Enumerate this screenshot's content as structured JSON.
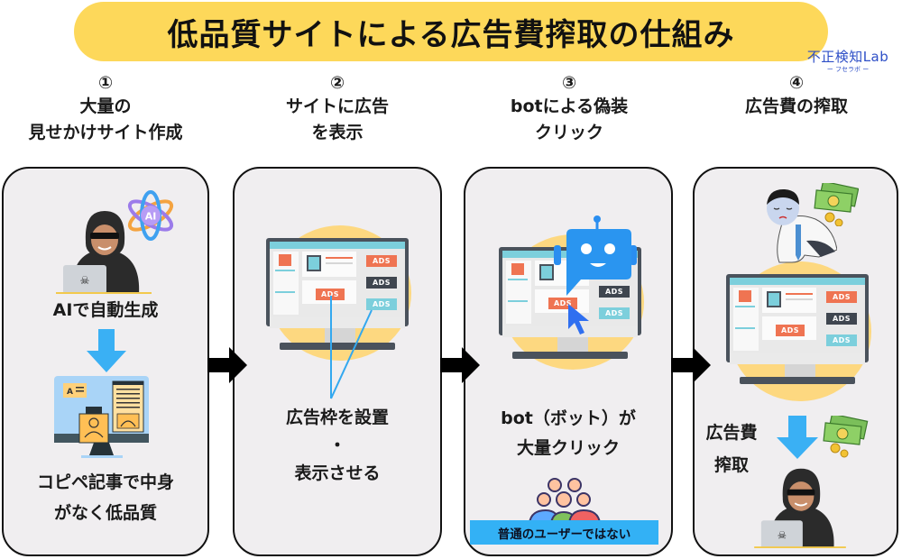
{
  "title": "低品質サイトによる広告費搾取の仕組み",
  "logo": {
    "main": "不正検知Lab",
    "sub": "ー フセラボ ー"
  },
  "colors": {
    "title_bg": "#fdd85a",
    "panel_bg": "#f0eef0",
    "accent_blue": "#33b1f5",
    "ads_orange": "#ef7452",
    "ads_dark": "#3f464f",
    "ads_cyan": "#7ccfdc",
    "logo_blue": "#2e4fc7"
  },
  "steps": [
    {
      "number": "①",
      "heading": [
        "大量の",
        "見せかけサイト作成"
      ],
      "captions": [
        "AIで自動生成",
        "コピペ記事で中身",
        "がなく低品質"
      ],
      "icons": [
        "hacker-icon",
        "ai-atom-icon",
        "down-arrow-icon",
        "copy-article-monitor-icon"
      ]
    },
    {
      "number": "②",
      "heading": [
        "サイトに広告",
        "を表示"
      ],
      "captions": [
        "広告枠を設置",
        "・",
        "表示させる"
      ],
      "icons": [
        "ad-monitor-icon"
      ]
    },
    {
      "number": "③",
      "heading": [
        "botによる偽装",
        "クリック"
      ],
      "captions": [
        "bot（ボット）が",
        "大量クリック"
      ],
      "badge": "普通のユーザーではない",
      "icons": [
        "ad-monitor-icon",
        "robot-chat-icon",
        "cursor-icon",
        "crowd-icon"
      ]
    },
    {
      "number": "④",
      "heading": [
        "広告費の搾取"
      ],
      "captions": [
        "広告費",
        "搾取"
      ],
      "icons": [
        "despair-businessman-icon",
        "money-icon",
        "ad-monitor-icon",
        "down-arrow-icon",
        "hacker-icon"
      ]
    }
  ],
  "ads_label": "ADS",
  "ai_label": "AI"
}
